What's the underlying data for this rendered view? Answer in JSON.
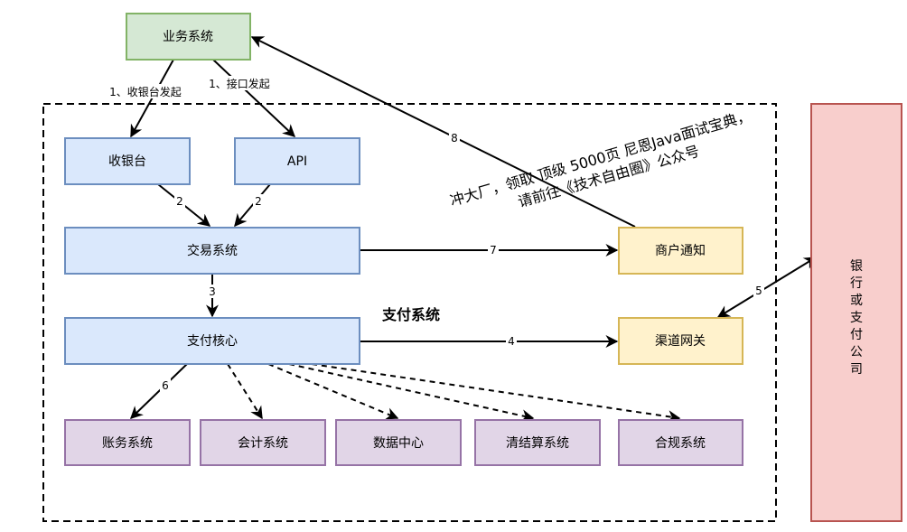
{
  "nodes": {
    "business": "业务系统",
    "cashier": "收银台",
    "api": "API",
    "trade": "交易系统",
    "pay_core": "支付核心",
    "merchant_notify": "商户通知",
    "channel_gateway": "渠道网关",
    "account": "账务系统",
    "accounting": "会计系统",
    "data_center": "数据中心",
    "clearing": "清结算系统",
    "compliance": "合规系统",
    "bank_chars": [
      "银",
      "行",
      "或",
      "支",
      "付",
      "公",
      "司"
    ]
  },
  "group_title": "支付系统",
  "edge_labels": {
    "e1_cashier": "1、收银台发起",
    "e1_api": "1、接口发起",
    "e2_cashier": "2",
    "e2_api": "2",
    "e3": "3",
    "e4": "4",
    "e5": "5",
    "e6": "6",
    "e7": "7",
    "e8": "8"
  },
  "watermark": {
    "line1": "冲大厂，领取 顶级  5000页 尼恩Java面试宝典，",
    "line2": "请前往《技术自由圈》公众号"
  },
  "colors": {
    "green_fill": "#d5e8d4",
    "green_stroke": "#82b366",
    "blue_fill": "#dae8fc",
    "blue_stroke": "#6c8ebf",
    "yellow_fill": "#fff2cc",
    "yellow_stroke": "#d6b656",
    "purple_fill": "#e1d5e7",
    "purple_stroke": "#9673a6",
    "red_fill": "#f8cecc",
    "red_stroke": "#b85450"
  }
}
